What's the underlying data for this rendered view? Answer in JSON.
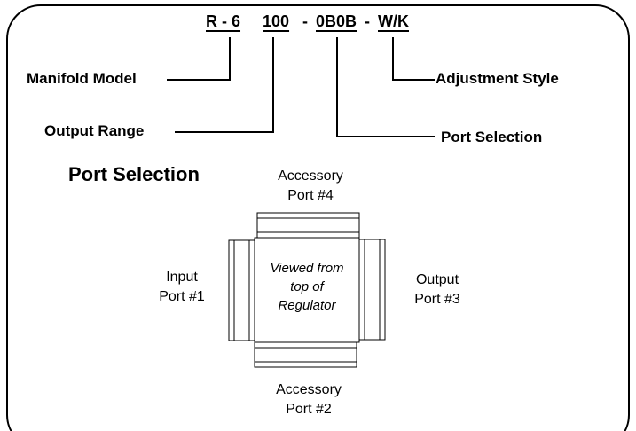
{
  "code": {
    "manifold": "R - 6",
    "range": "100",
    "sep1": "-",
    "port": "0B0B",
    "sep2": "-",
    "adjust": "W/K"
  },
  "callouts": {
    "manifold_model": "Manifold Model",
    "output_range": "Output Range",
    "port_selection": "Port Selection",
    "adjustment_style": "Adjustment Style"
  },
  "section_title": "Port Selection",
  "ports": {
    "top_line1": "Accessory",
    "top_line2": "Port #4",
    "left_line1": "Input",
    "left_line2": "Port #1",
    "right_line1": "Output",
    "right_line2": "Port #3",
    "bottom_line1": "Accessory",
    "bottom_line2": "Port #2"
  },
  "center": {
    "line1": "Viewed from",
    "line2": "top of",
    "line3": "Regulator"
  }
}
